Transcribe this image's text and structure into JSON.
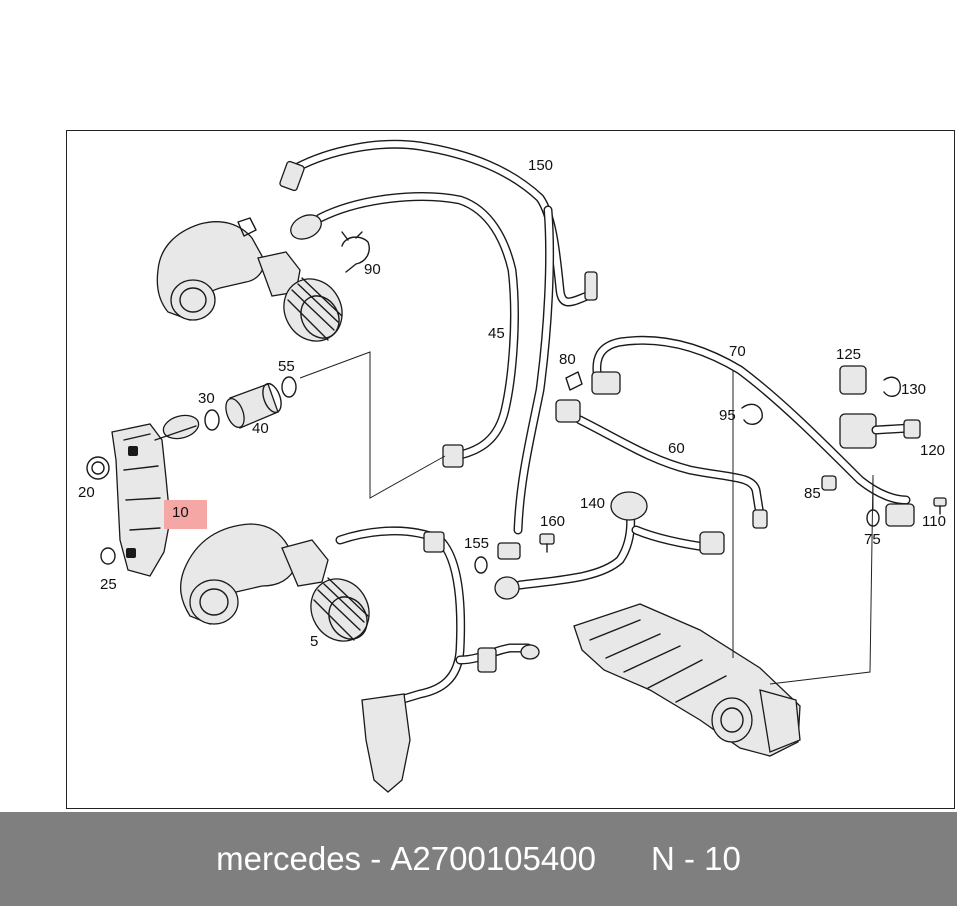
{
  "footer": {
    "brand": "mercedes",
    "separator1": "-",
    "part_number": "A2700105400",
    "separator2": "N - 10"
  },
  "callouts": {
    "c5": "5",
    "c10": "10",
    "c20": "20",
    "c25": "25",
    "c30": "30",
    "c40": "40",
    "c45": "45",
    "c55": "55",
    "c60": "60",
    "c70": "70",
    "c75": "75",
    "c80": "80",
    "c85": "85",
    "c90": "90",
    "c95": "95",
    "c110": "110",
    "c120": "120",
    "c125": "125",
    "c130": "130",
    "c140": "140",
    "c150": "150",
    "c155": "155",
    "c160": "160"
  },
  "highlighted_callout": "10",
  "highlight_color": "#f4a7a4",
  "footer_background": "#7f7f7f"
}
